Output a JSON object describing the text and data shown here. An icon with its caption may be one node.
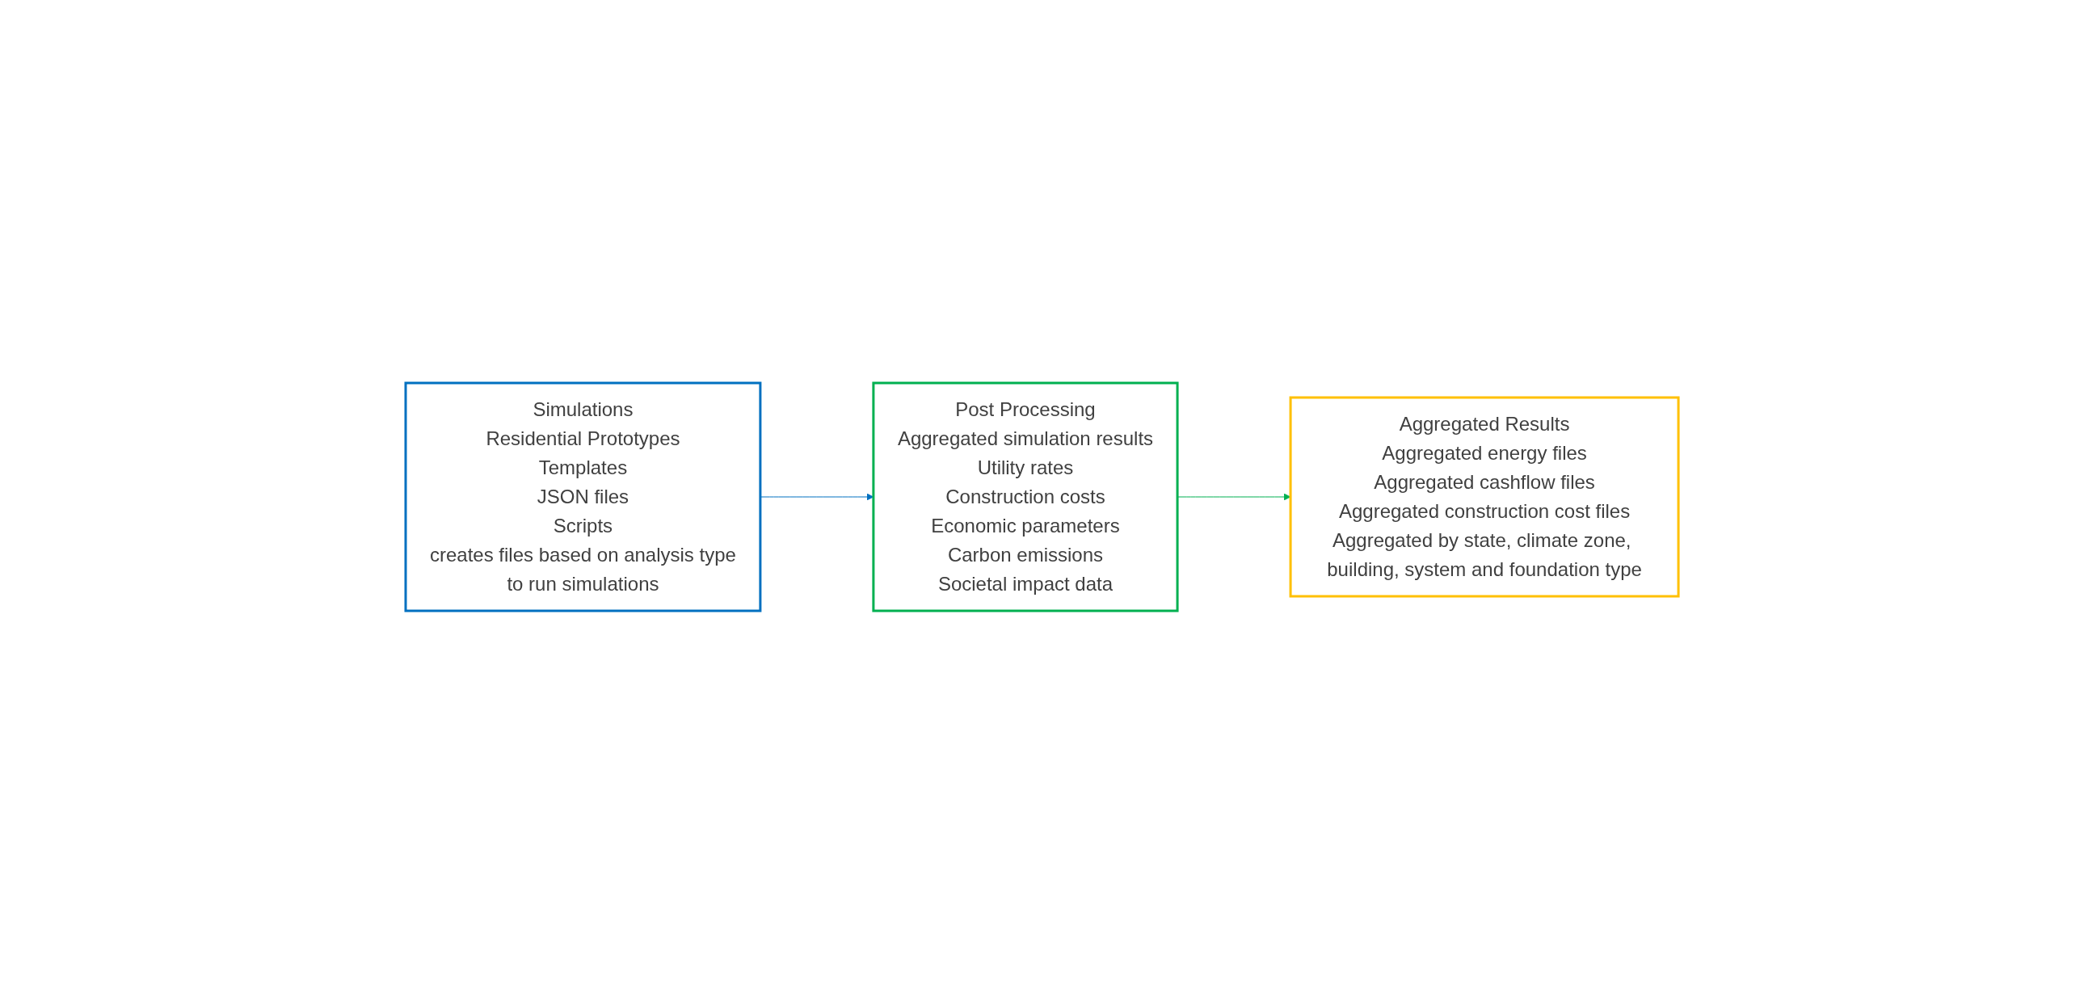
{
  "diagram": {
    "nodes": [
      {
        "text": [
          "Simulations",
          "Residential Prototypes",
          "Templates",
          "JSON files",
          "Scripts",
          "creates files based on analysis type",
          "to run simulations"
        ]
      },
      {
        "text": [
          "Post Processing",
          "Aggregated simulation results",
          "Utility rates",
          "Construction costs",
          "Economic parameters",
          "Carbon emissions",
          "Societal impact data"
        ]
      },
      {
        "text": [
          "Aggregated Results",
          "Aggregated energy files",
          "Aggregated cashflow files",
          "Aggregated construction cost files",
          "Aggregated by state, climate zone, building, system and foundation type"
        ]
      }
    ],
    "edges": [
      {
        "from": 0,
        "to": 1,
        "arrow": "to",
        "color": "#0070c0"
      },
      {
        "from": 1,
        "to": 2,
        "arrow": "to",
        "color": "#00b050"
      }
    ]
  }
}
